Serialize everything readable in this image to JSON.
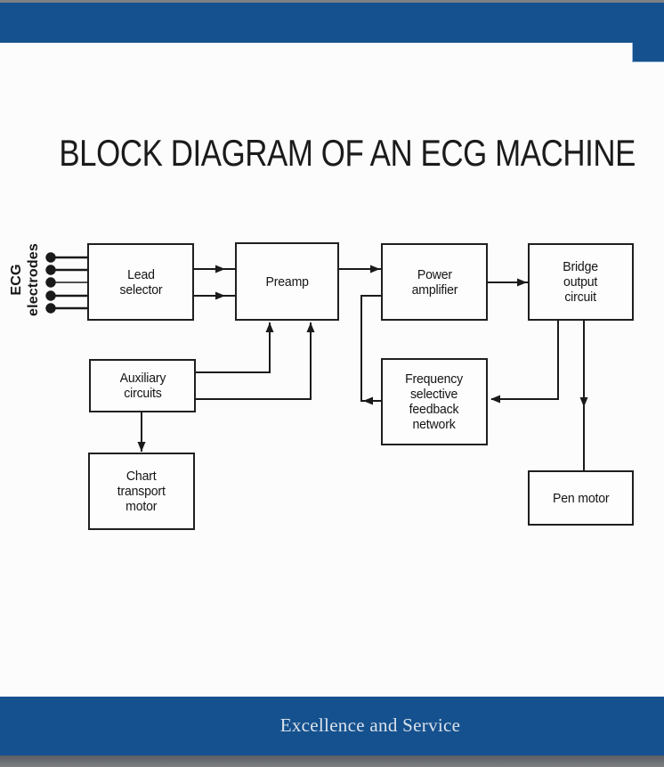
{
  "title": "BLOCK DIAGRAM OF AN ECG MACHINE",
  "footer": {
    "motto": "Excellence and Service"
  },
  "colors": {
    "brand_blue": "#15518e",
    "top_strip_gray": "#7e8184",
    "bottom_strip_gray": "#6b6f73",
    "ink": "#1f1f1f",
    "footer_text": "#dbe2eb"
  },
  "diagram": {
    "source_label": "ECG\nelectrodes",
    "electrode_count": 5,
    "blocks": [
      {
        "id": "lead-selector",
        "label": "Lead\nselector"
      },
      {
        "id": "preamp",
        "label": "Preamp"
      },
      {
        "id": "power-amplifier",
        "label": "Power\namplifier"
      },
      {
        "id": "bridge-output-circuit",
        "label": "Bridge\noutput\ncircuit"
      },
      {
        "id": "auxiliary-circuits",
        "label": "Auxiliary\ncircuits"
      },
      {
        "id": "frequency-selective-feedback-network",
        "label": "Frequency\nselective\nfeedback\nnetwork"
      },
      {
        "id": "chart-transport-motor",
        "label": "Chart\ntransport\nmotor"
      },
      {
        "id": "pen-motor",
        "label": "Pen motor"
      }
    ],
    "connections": [
      {
        "from": "ECG electrodes",
        "to": "Lead selector",
        "lines": 5
      },
      {
        "from": "Lead selector",
        "to": "Preamp",
        "lines": 2
      },
      {
        "from": "Preamp",
        "to": "Power amplifier",
        "lines": 1
      },
      {
        "from": "Power amplifier",
        "to": "Bridge output circuit",
        "lines": 1
      },
      {
        "from": "Bridge output circuit",
        "to": "Frequency selective feedback network",
        "lines": 1
      },
      {
        "from": "Frequency selective feedback network",
        "to": "Power amplifier",
        "lines": 1
      },
      {
        "from": "Bridge output circuit",
        "to": "Pen motor",
        "lines": 1
      },
      {
        "from": "Auxiliary circuits",
        "to": "Preamp",
        "lines": 2
      },
      {
        "from": "Auxiliary circuits",
        "to": "Chart transport motor",
        "lines": 1
      }
    ]
  }
}
